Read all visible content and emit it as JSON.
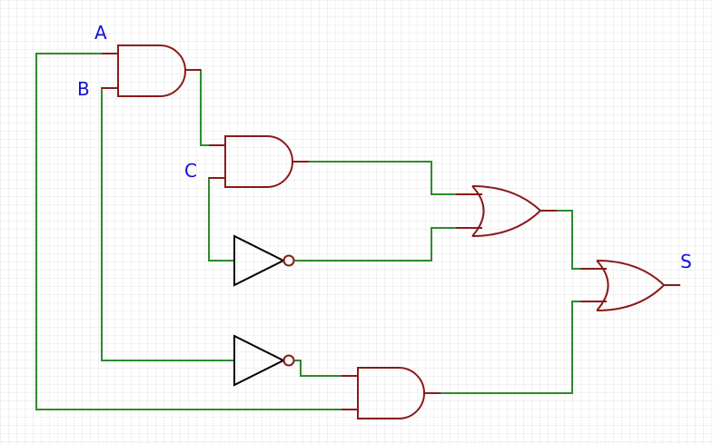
{
  "labels": {
    "input_a": "A",
    "input_b": "B",
    "input_c": "C",
    "output_s": "S"
  },
  "colors": {
    "grid": "#e6e6e6",
    "wire": "#2e8b2e",
    "gate": "#8b1a1a",
    "inverter": "#000000",
    "label": "#1010d8",
    "background": "#ffffff"
  },
  "gates": {
    "and_ab": "AND",
    "and_abc": "AND",
    "not_c": "NOT",
    "not_b": "NOT",
    "and_a_notb": "AND",
    "or_1": "OR",
    "or_out": "OR"
  }
}
